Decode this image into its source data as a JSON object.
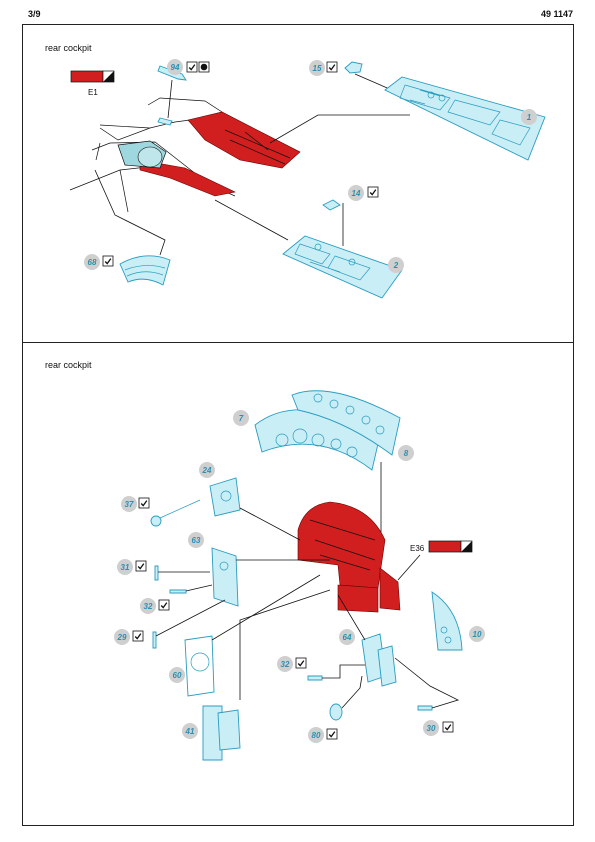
{
  "header": {
    "page": "3/9",
    "set_number": "49 1147"
  },
  "panel_top": {
    "title": "rear cockpit",
    "paint_ref": {
      "code": "E1",
      "color": "#d11f1f"
    },
    "parts": [
      "94",
      "15",
      "1",
      "14",
      "2",
      "68"
    ]
  },
  "panel_bottom": {
    "title": "rear cockpit",
    "paint_ref": {
      "code": "E36",
      "color": "#d11f1f"
    },
    "parts": [
      "7",
      "8",
      "24",
      "37",
      "63",
      "31",
      "32",
      "29",
      "60",
      "41",
      "10",
      "64",
      "32",
      "30",
      "80"
    ]
  },
  "colors": {
    "etch_fill": "#c9eef5",
    "etch_stroke": "#2a9cc0",
    "part_circle": "#cfcfcf",
    "paint_red": "#d11f1f"
  }
}
